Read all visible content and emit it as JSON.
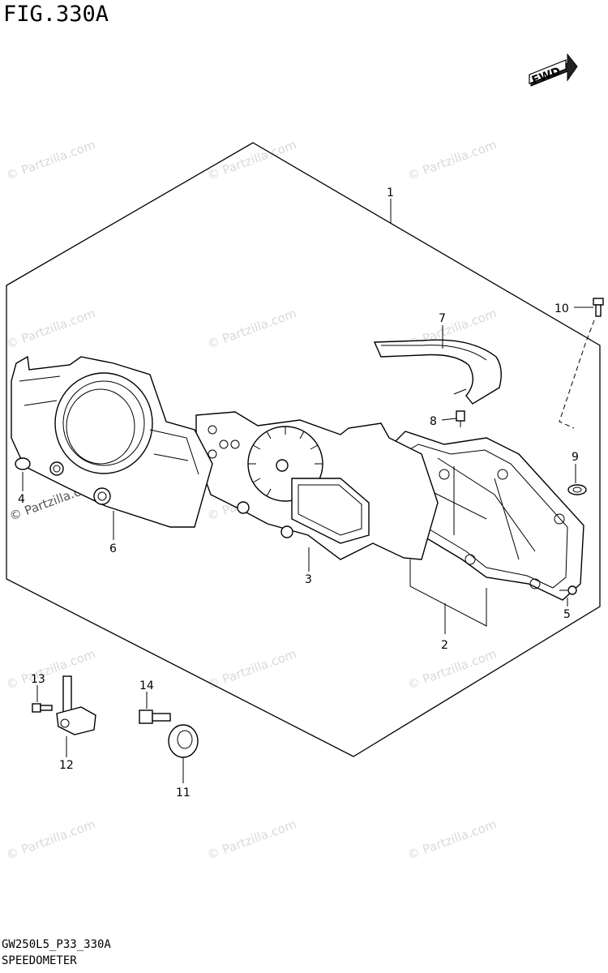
{
  "figure_title": "FIG.330A",
  "fwd_label": "FWD",
  "footer": {
    "code": "GW250L5_P33_330A",
    "name": "SPEEDOMETER"
  },
  "watermark": "© Partzilla.com",
  "callouts": [
    "1",
    "2",
    "3",
    "4",
    "5",
    "6",
    "7",
    "8",
    "9",
    "10",
    "11",
    "12",
    "13",
    "14"
  ]
}
